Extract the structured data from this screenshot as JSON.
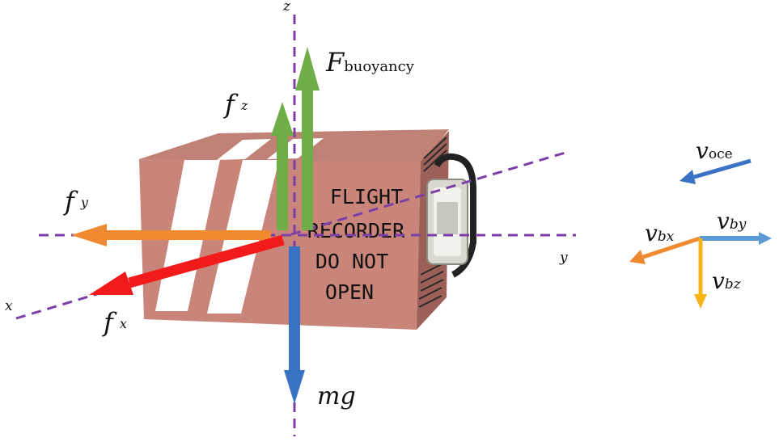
{
  "box": {
    "line1": "FLIGHT",
    "line2": "RECORDER",
    "line3": "DO NOT",
    "line4": "OPEN"
  },
  "axes": {
    "x": "x",
    "y": "y",
    "z": "z"
  },
  "forces": {
    "buoyancy": {
      "main": "F",
      "sub": "buoyancy"
    },
    "fz": {
      "main": "f",
      "sub": "z"
    },
    "fy": {
      "main": "f",
      "sub": "y"
    },
    "fx": {
      "main": "f",
      "sub": "x"
    },
    "mg": "mg"
  },
  "velocities": {
    "voce": {
      "main": "v",
      "sub": "oce"
    },
    "vbx": {
      "main": "v",
      "sub": "bx"
    },
    "vby": {
      "main": "v",
      "sub": "by"
    },
    "vbz": {
      "main": "v",
      "sub": "bz"
    }
  },
  "colors": {
    "axis": "#7b3fa6",
    "box": "#c9857a",
    "box_dark": "#a8685e",
    "green": "#6fae46",
    "orange": "#f08a30",
    "red": "#f21b1b",
    "blue": "#3a72c4",
    "steel": "#5b9bd5",
    "yellow": "#f5b317"
  }
}
